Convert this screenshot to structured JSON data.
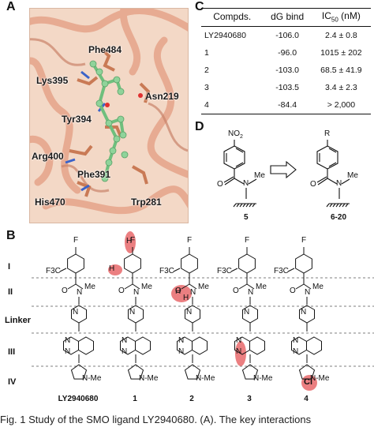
{
  "panels": {
    "a": "A",
    "b": "B",
    "c": "C",
    "d": "D"
  },
  "panel_a": {
    "residues": [
      "Phe484",
      "Lys395",
      "Asn219",
      "Tyr394",
      "Arg400",
      "Phe391",
      "His470",
      "Trp281"
    ]
  },
  "panel_c": {
    "headers": [
      "Compds.",
      "dG bind",
      "IC50 (nM)"
    ],
    "rows": [
      [
        "LY2940680",
        "-106.0",
        "2.4 ± 0.8"
      ],
      [
        "1",
        "-96.0",
        "1015 ± 202"
      ],
      [
        "2",
        "-103.0",
        "68.5 ± 41.9"
      ],
      [
        "3",
        "-103.5",
        "3.4 ± 2.3"
      ],
      [
        "4",
        "-84.4",
        "> 2,000"
      ]
    ]
  },
  "panel_d": {
    "left_substituent": "NO2",
    "right_substituent": "R",
    "methyl": "Me",
    "n_atom": "N",
    "o_atom": "O",
    "left_label": "5",
    "right_label": "6-20"
  },
  "panel_b": {
    "rows": [
      "I",
      "II",
      "Linker",
      "III",
      "IV"
    ],
    "compounds": [
      "LY2940680",
      "1",
      "2",
      "3",
      "4"
    ],
    "atoms": {
      "f": "F",
      "cf3": "F3C",
      "me": "Me",
      "n": "N",
      "h": "H",
      "cl": "Cl",
      "o": "O",
      "nme": "N-Me"
    }
  },
  "colors": {
    "highlight": "#e8696b",
    "ribbon": "#e5a48a",
    "ligand": "#8fd39a",
    "bond_blue": "#3b63c9"
  },
  "caption": "Fig. 1  Study of the SMO ligand LY2940680. (A). The key interactions"
}
